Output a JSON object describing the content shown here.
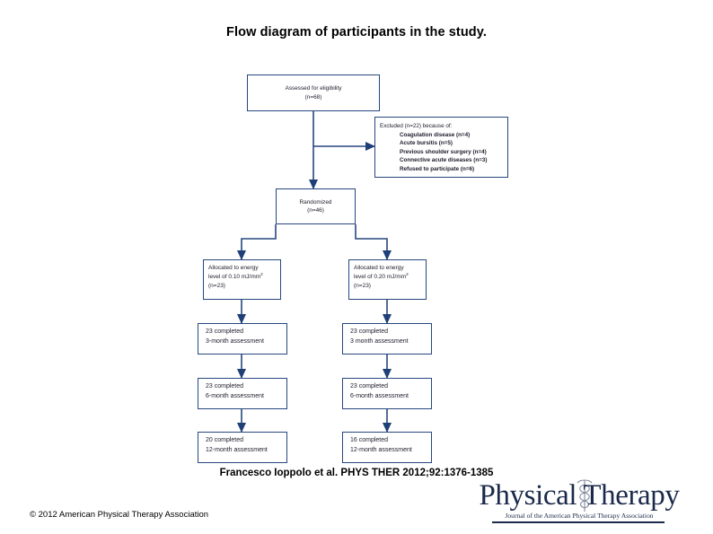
{
  "slide": {
    "title": "Flow diagram of participants in the study.",
    "citation": "Francesco Ioppolo et al. PHYS THER 2012;92:1376-1385",
    "copyright": "© 2012 American Physical Therapy Association"
  },
  "logo": {
    "wordmark": "Physical Therapy",
    "subtitle": "Journal of the American Physical Therapy Association",
    "icon": "caduceus-icon",
    "color": "#1b2a4a"
  },
  "diagram": {
    "accent_color": "#27477F",
    "arrow_color": "#1F3F77",
    "nodes": {
      "assessed": {
        "line1": "Assessed for eligibility",
        "line2": "(n=68)"
      },
      "excluded": {
        "head": "Excluded (n=22) because of:",
        "reasons": [
          "Coagulation disease (n=4)",
          "Acute bursitis (n=5)",
          "Previous shoulder surgery (n=4)",
          "Connective acute diseases (n=3)",
          "Refused to participate (n=6)"
        ]
      },
      "randomized": {
        "line1": "Randomized",
        "line2": "(n=46)"
      },
      "alloc_left": {
        "line1": "Allocated to energy",
        "line2_pre": "level of 0.10 mJ/mm",
        "line2_sup": "2",
        "line3": "(n=23)"
      },
      "alloc_right": {
        "line1": "Allocated to energy",
        "line2_pre": "level of 0.20 mJ/mm",
        "line2_sup": "2",
        "line3": "(n=23)"
      },
      "left_3mo": {
        "line1": "23 completed",
        "line2": "3-month assessment"
      },
      "left_6mo": {
        "line1": "23 completed",
        "line2": "6-month assessment"
      },
      "left_12mo": {
        "line1": "20 completed",
        "line2": "12-month assessment"
      },
      "right_3mo": {
        "line1": "23 completed",
        "line2": "3 month assessment"
      },
      "right_6mo": {
        "line1": "23 completed",
        "line2": "6-month assessment"
      },
      "right_12mo": {
        "line1": "16 completed",
        "line2": "12-month assessment"
      }
    }
  }
}
